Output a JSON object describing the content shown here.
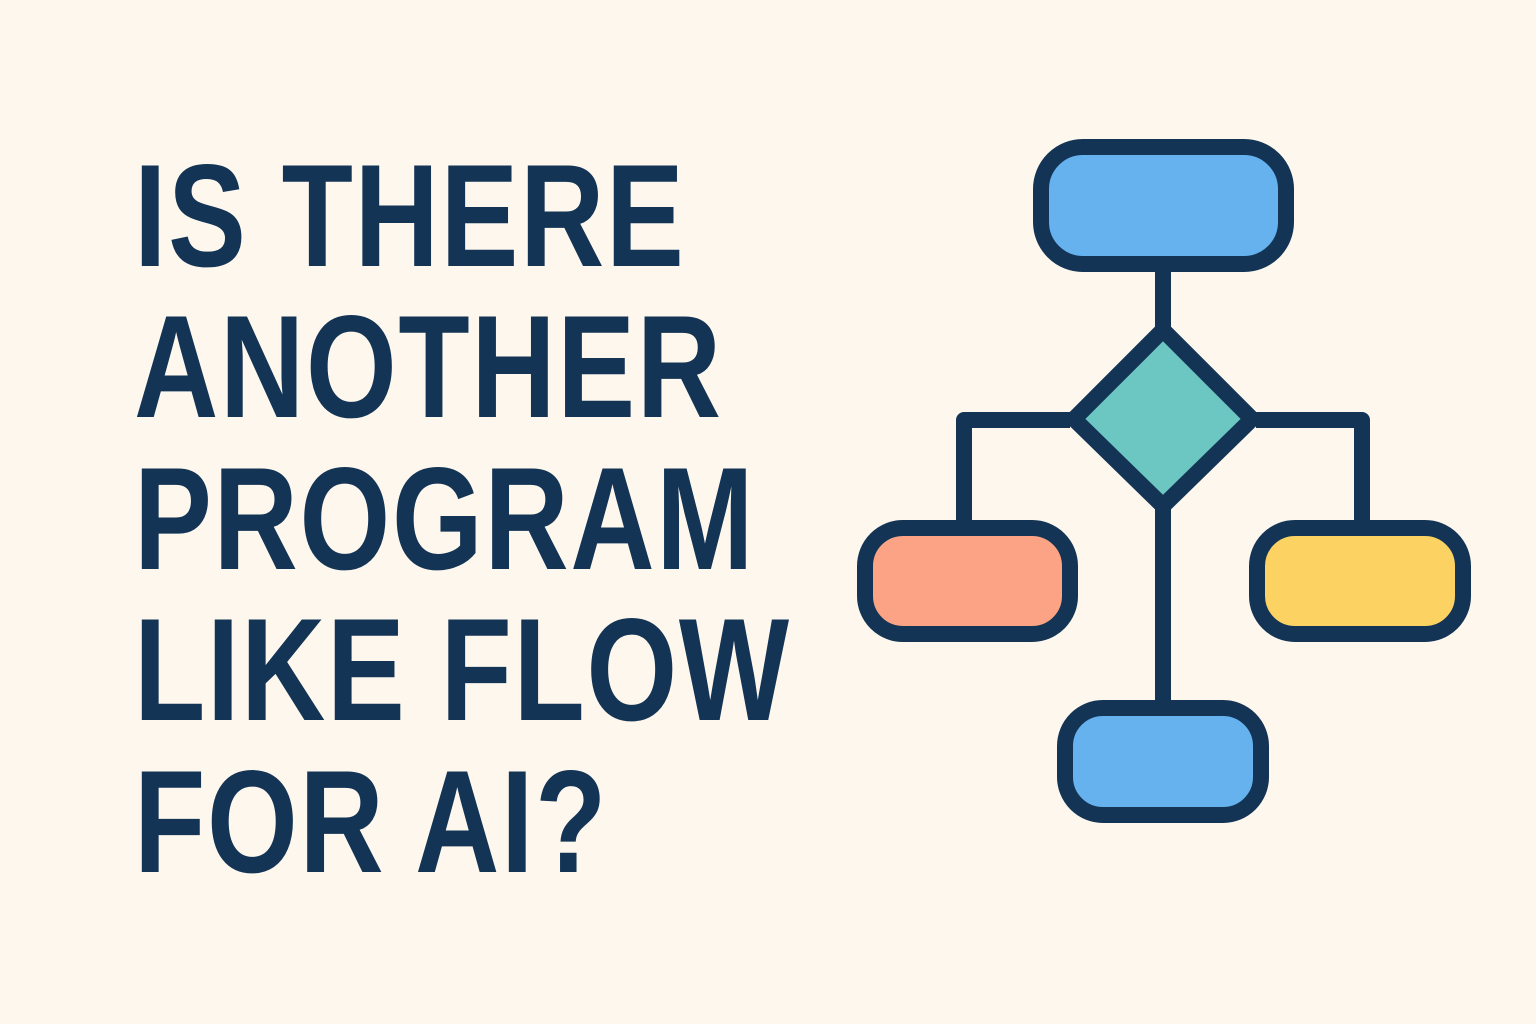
{
  "headline": {
    "lines": [
      "IS THERE",
      "ANOTHER",
      "PROGRAM",
      "LIKE FLOW",
      "FOR AI?"
    ]
  },
  "colors": {
    "background": "#FDF7EE",
    "text": "#133454",
    "stroke": "#133454",
    "box_blue": "#66B2EE",
    "diamond_teal": "#6CC6C2",
    "box_salmon": "#FCA386",
    "box_yellow": "#FCD263"
  },
  "diagram": {
    "nodes": [
      {
        "id": "top-box",
        "shape": "rounded-rect",
        "fill": "box_blue"
      },
      {
        "id": "decision-diamond",
        "shape": "diamond",
        "fill": "diamond_teal"
      },
      {
        "id": "left-box",
        "shape": "rounded-rect",
        "fill": "box_salmon"
      },
      {
        "id": "right-box",
        "shape": "rounded-rect",
        "fill": "box_yellow"
      },
      {
        "id": "bottom-box",
        "shape": "rounded-rect",
        "fill": "box_blue"
      }
    ],
    "edges": [
      [
        "top-box",
        "decision-diamond"
      ],
      [
        "decision-diamond",
        "left-box"
      ],
      [
        "decision-diamond",
        "right-box"
      ],
      [
        "decision-diamond",
        "bottom-box"
      ]
    ]
  }
}
